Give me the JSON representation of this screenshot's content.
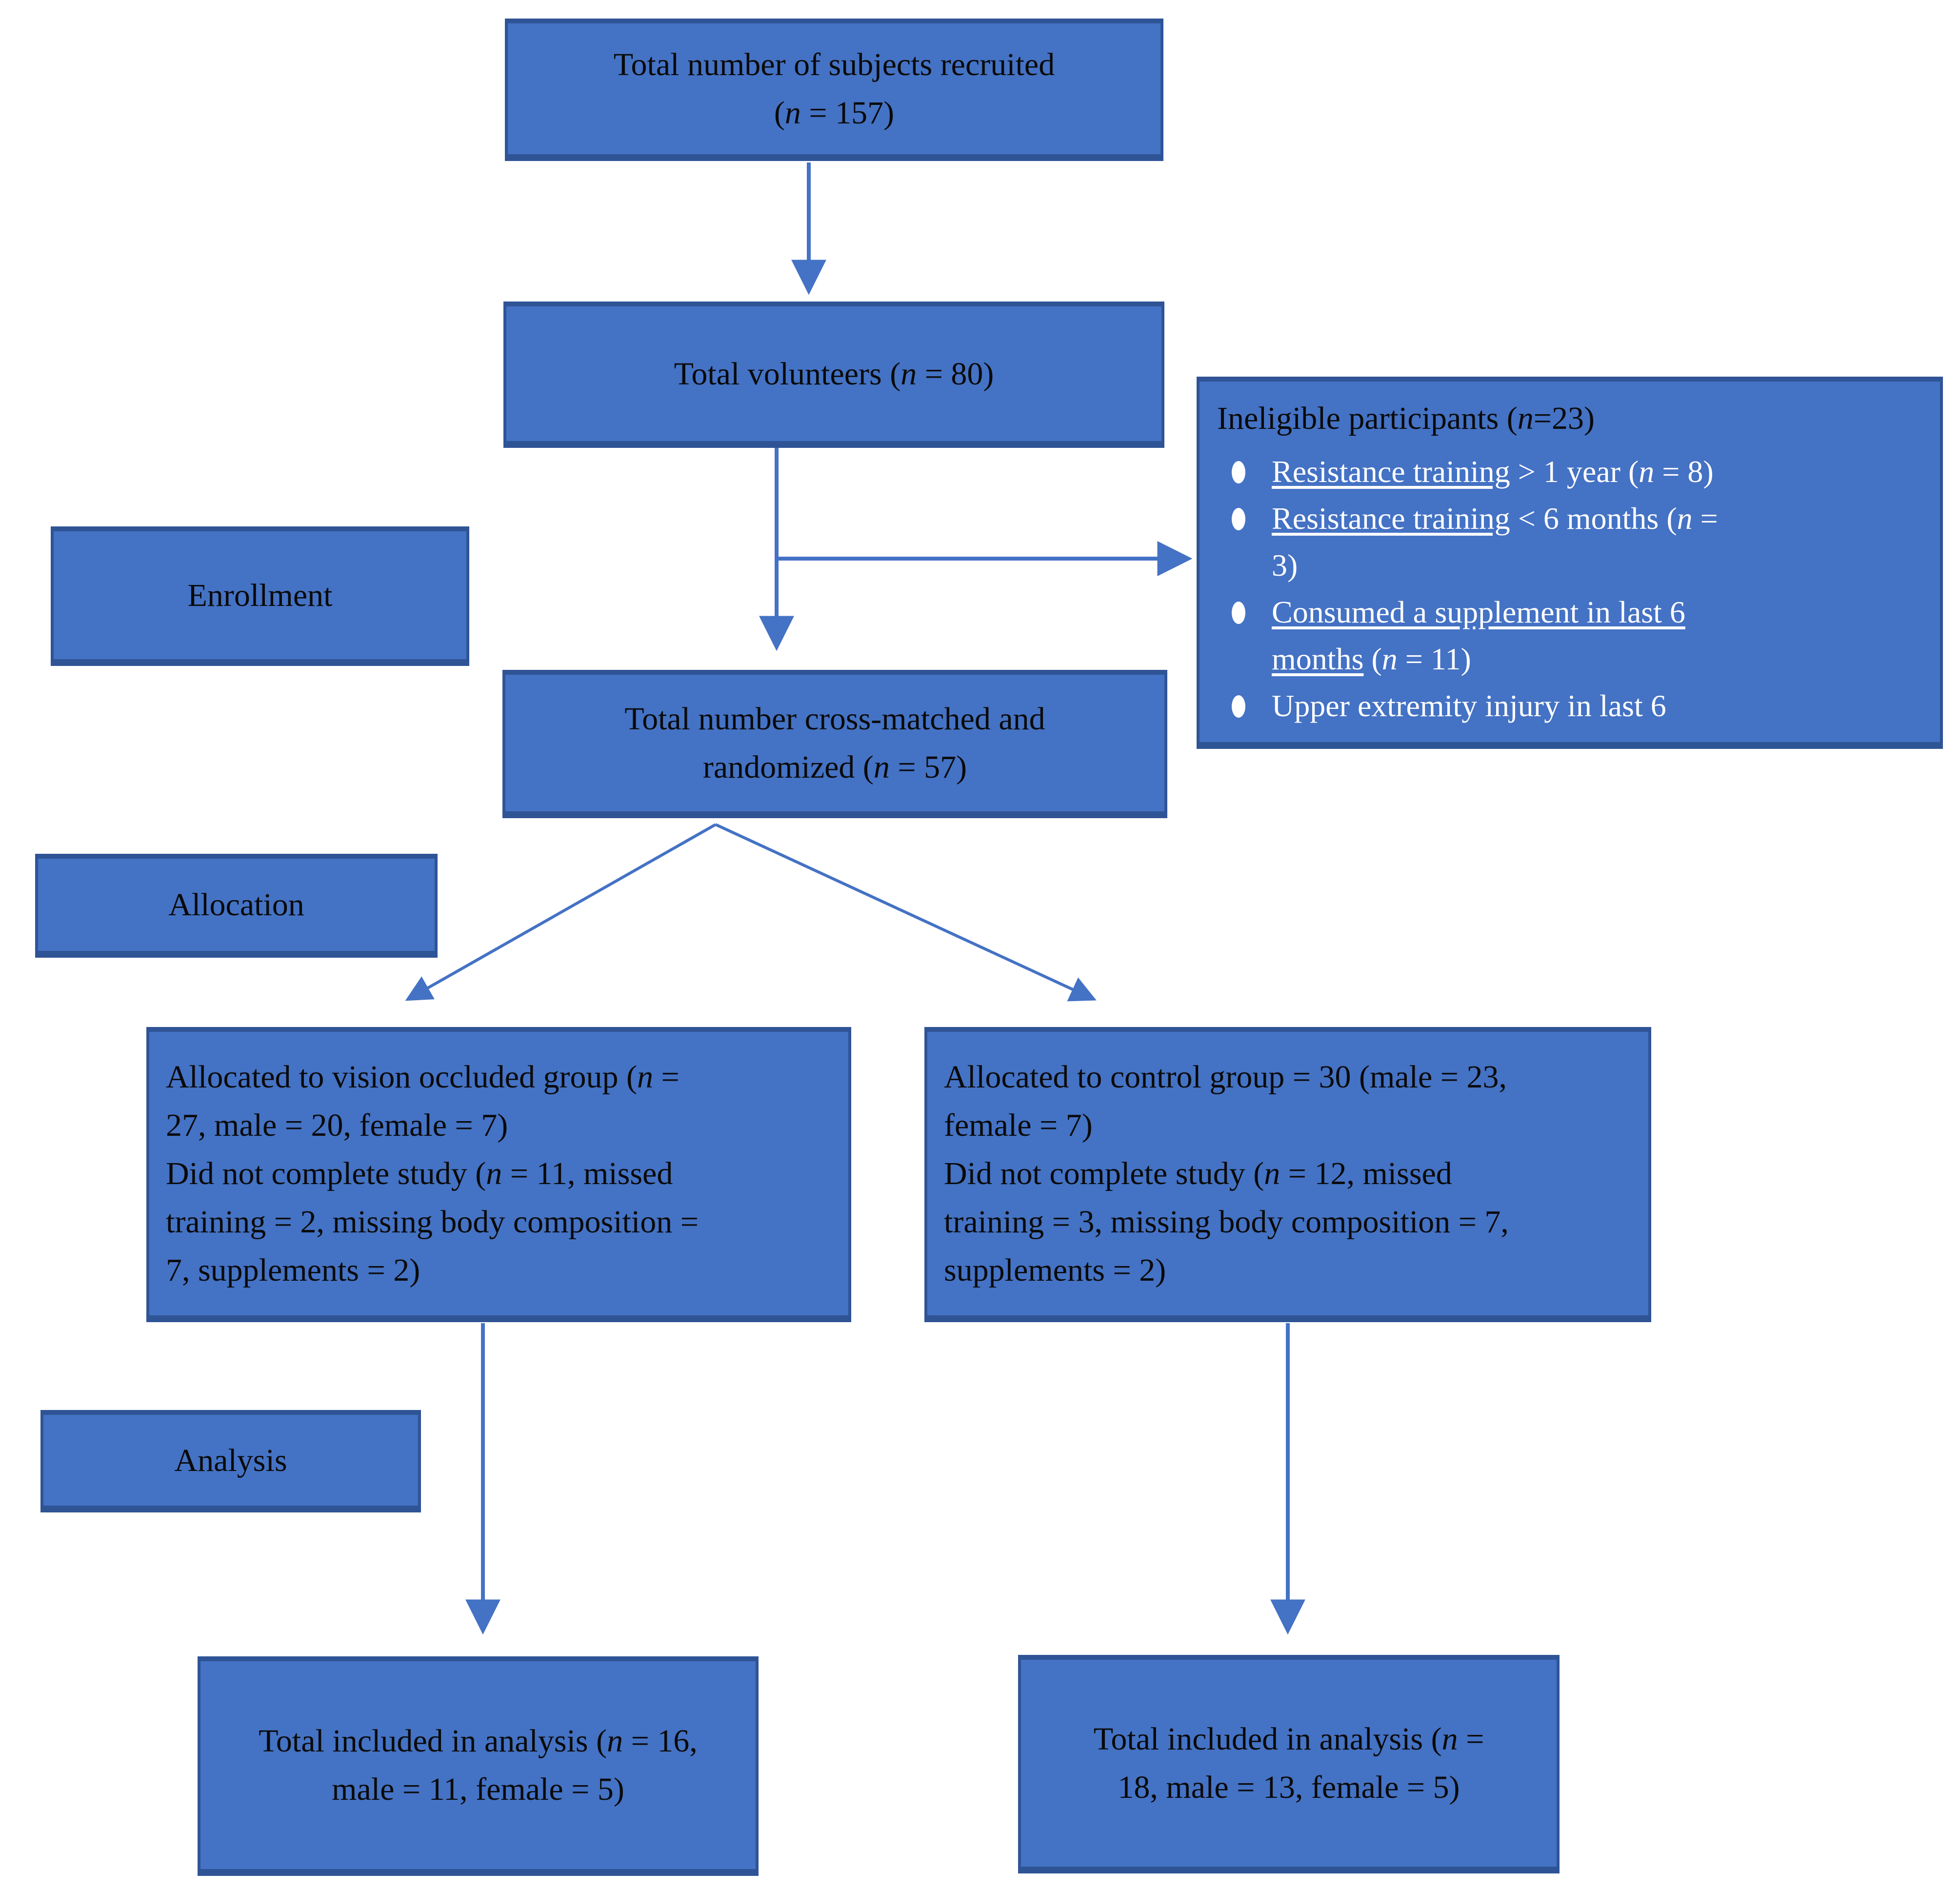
{
  "colors": {
    "box_fill": "#4472C4",
    "box_border": "#2F5496",
    "connector": "#4472C4",
    "text_dark": "#0A0A0A",
    "text_light": "#FFFFFF",
    "background": "#FFFFFF"
  },
  "diagram": {
    "stages": {
      "enrollment": "Enrollment",
      "allocation": "Allocation",
      "analysis": "Analysis"
    },
    "boxes": {
      "recruited": "Total number of subjects recruited\n(*n* = 157)",
      "volunteers": "Total volunteers (*n* = 80)",
      "ineligible_title": "Ineligible participants (*n*=23)",
      "ineligible_bullets": [
        "_Resistance training_ > 1 year (*n* = 8)",
        "_Resistance training_ < 6 months (*n* =\n3)",
        "_Consumed a supplement in last 6\nmonths_ (*n* = 11)",
        "Upper extremity injury in last 6"
      ],
      "randomized": "Total number cross-matched and\nrandomized (*n* = 57)",
      "allocated_occluded": "Allocated to vision occluded group (*n* =\n27, male = 20, female = 7)\nDid not complete study (*n* = 11, missed\ntraining = 2, missing body composition =\n7, supplements = 2)",
      "allocated_control": "Allocated to control group = 30 (male = 23,\nfemale = 7)\nDid not complete study (*n* = 12, missed\ntraining = 3, missing body composition = 7,\nsupplements = 2)",
      "analysis_occluded": "Total included in analysis (*n* = 16,\nmale = 11, female = 5)",
      "analysis_control": "Total included in analysis (*n* =\n18, male = 13, female = 5)"
    }
  }
}
